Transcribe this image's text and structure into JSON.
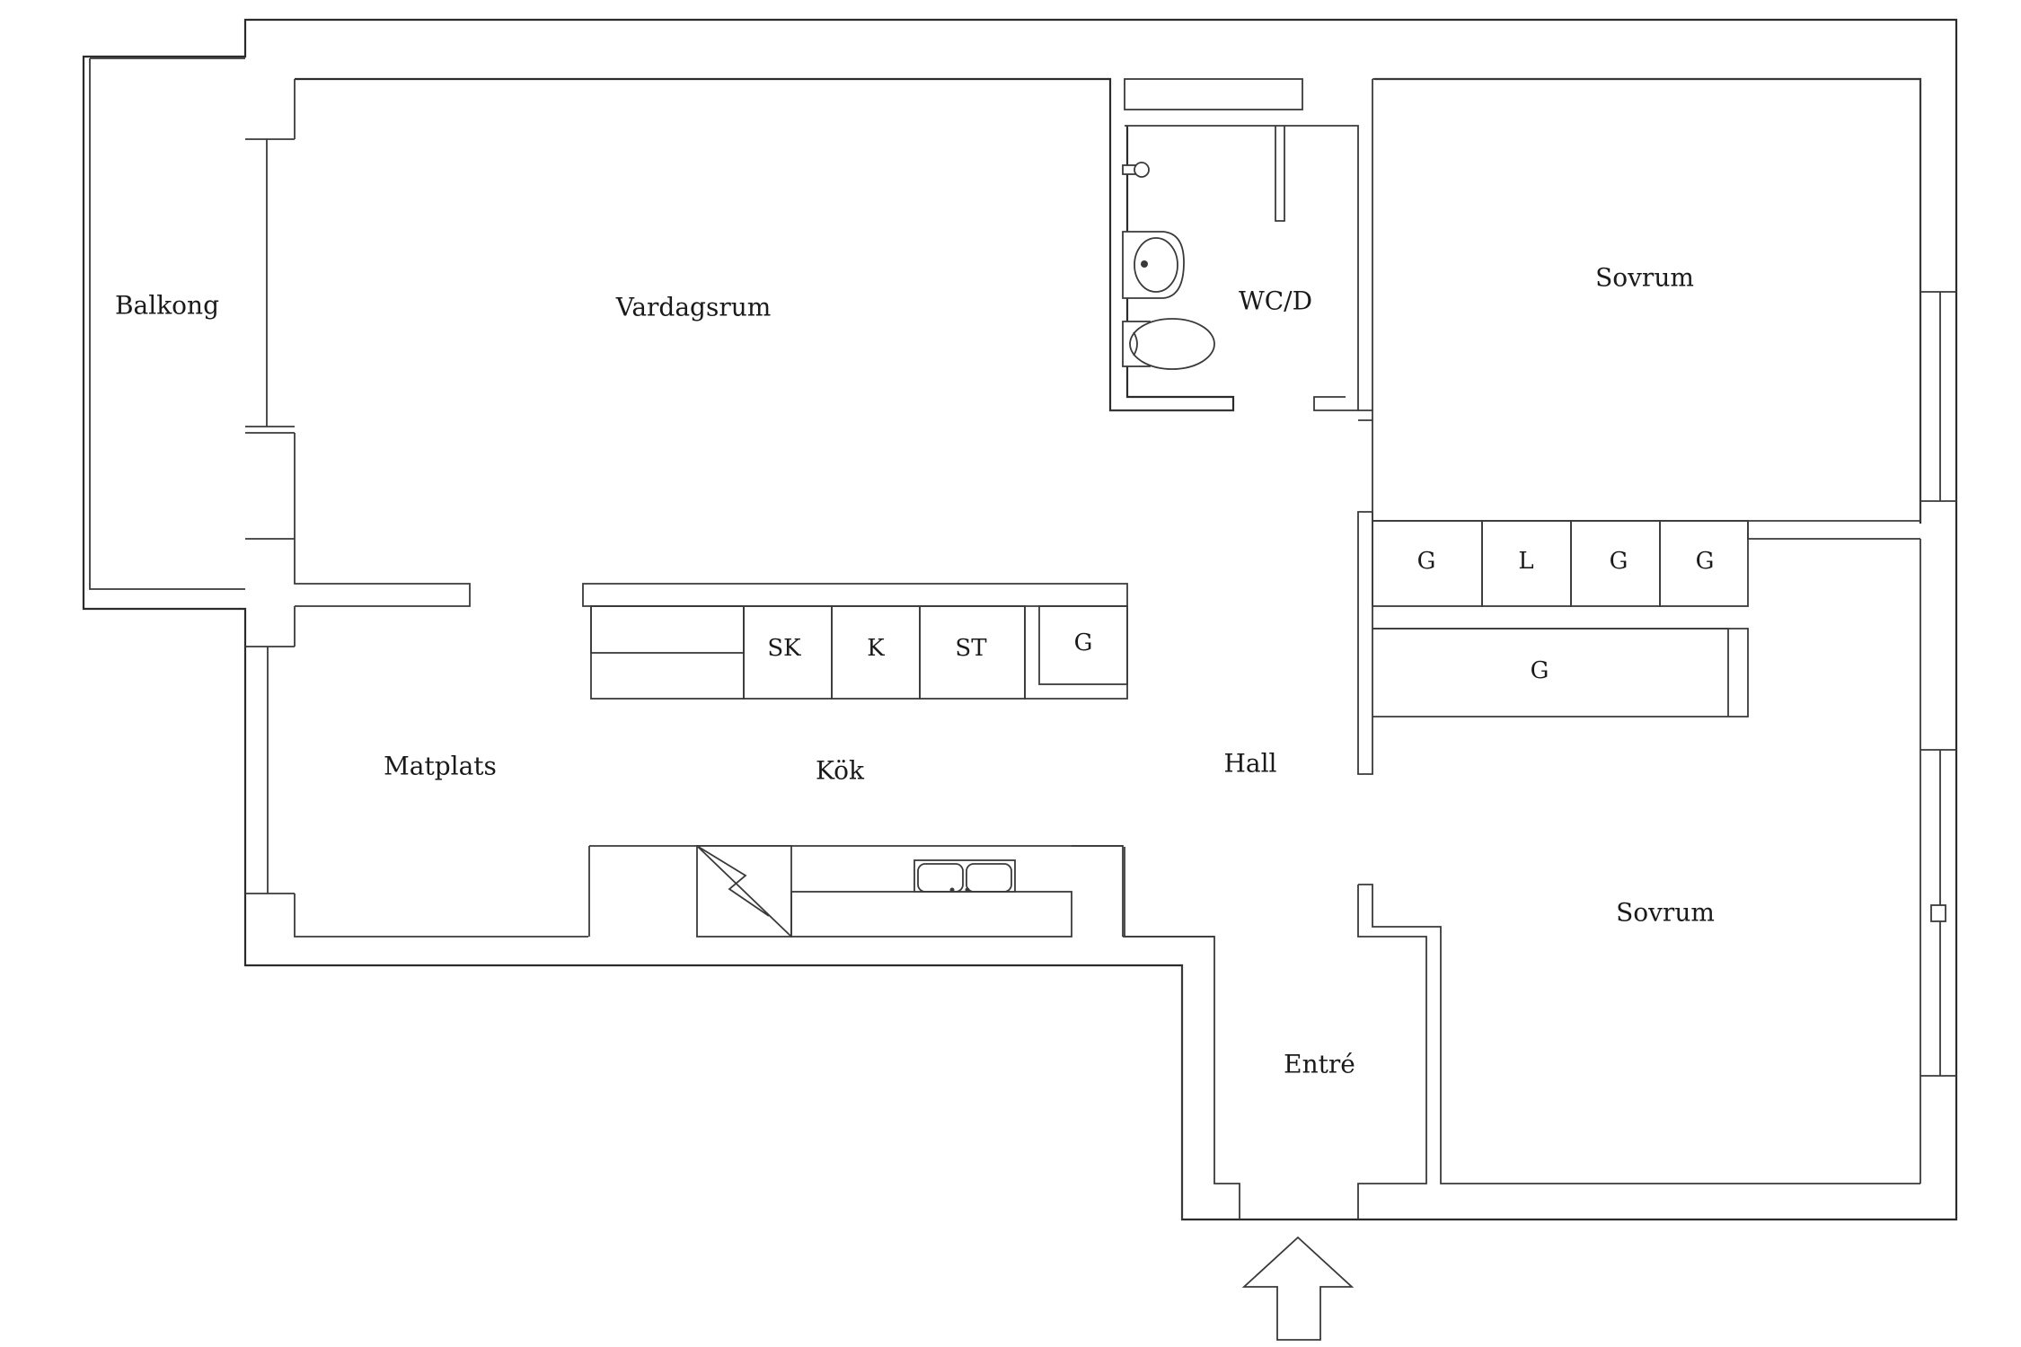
{
  "rooms": {
    "balcony": "Balkong",
    "living": "Vardagsrum",
    "wc": "WC/D",
    "bedroom_1": "Sovrum",
    "dining": "Matplats",
    "kitchen": "Kök",
    "hall": "Hall",
    "bedroom_2": "Sovrum",
    "entrance": "Entré"
  },
  "kitchen_units": {
    "sk": "SK",
    "k": "K",
    "st": "ST",
    "g": "G"
  },
  "storage": {
    "g1": "G",
    "l": "L",
    "g2": "G",
    "g3": "G",
    "g_long": "G"
  }
}
